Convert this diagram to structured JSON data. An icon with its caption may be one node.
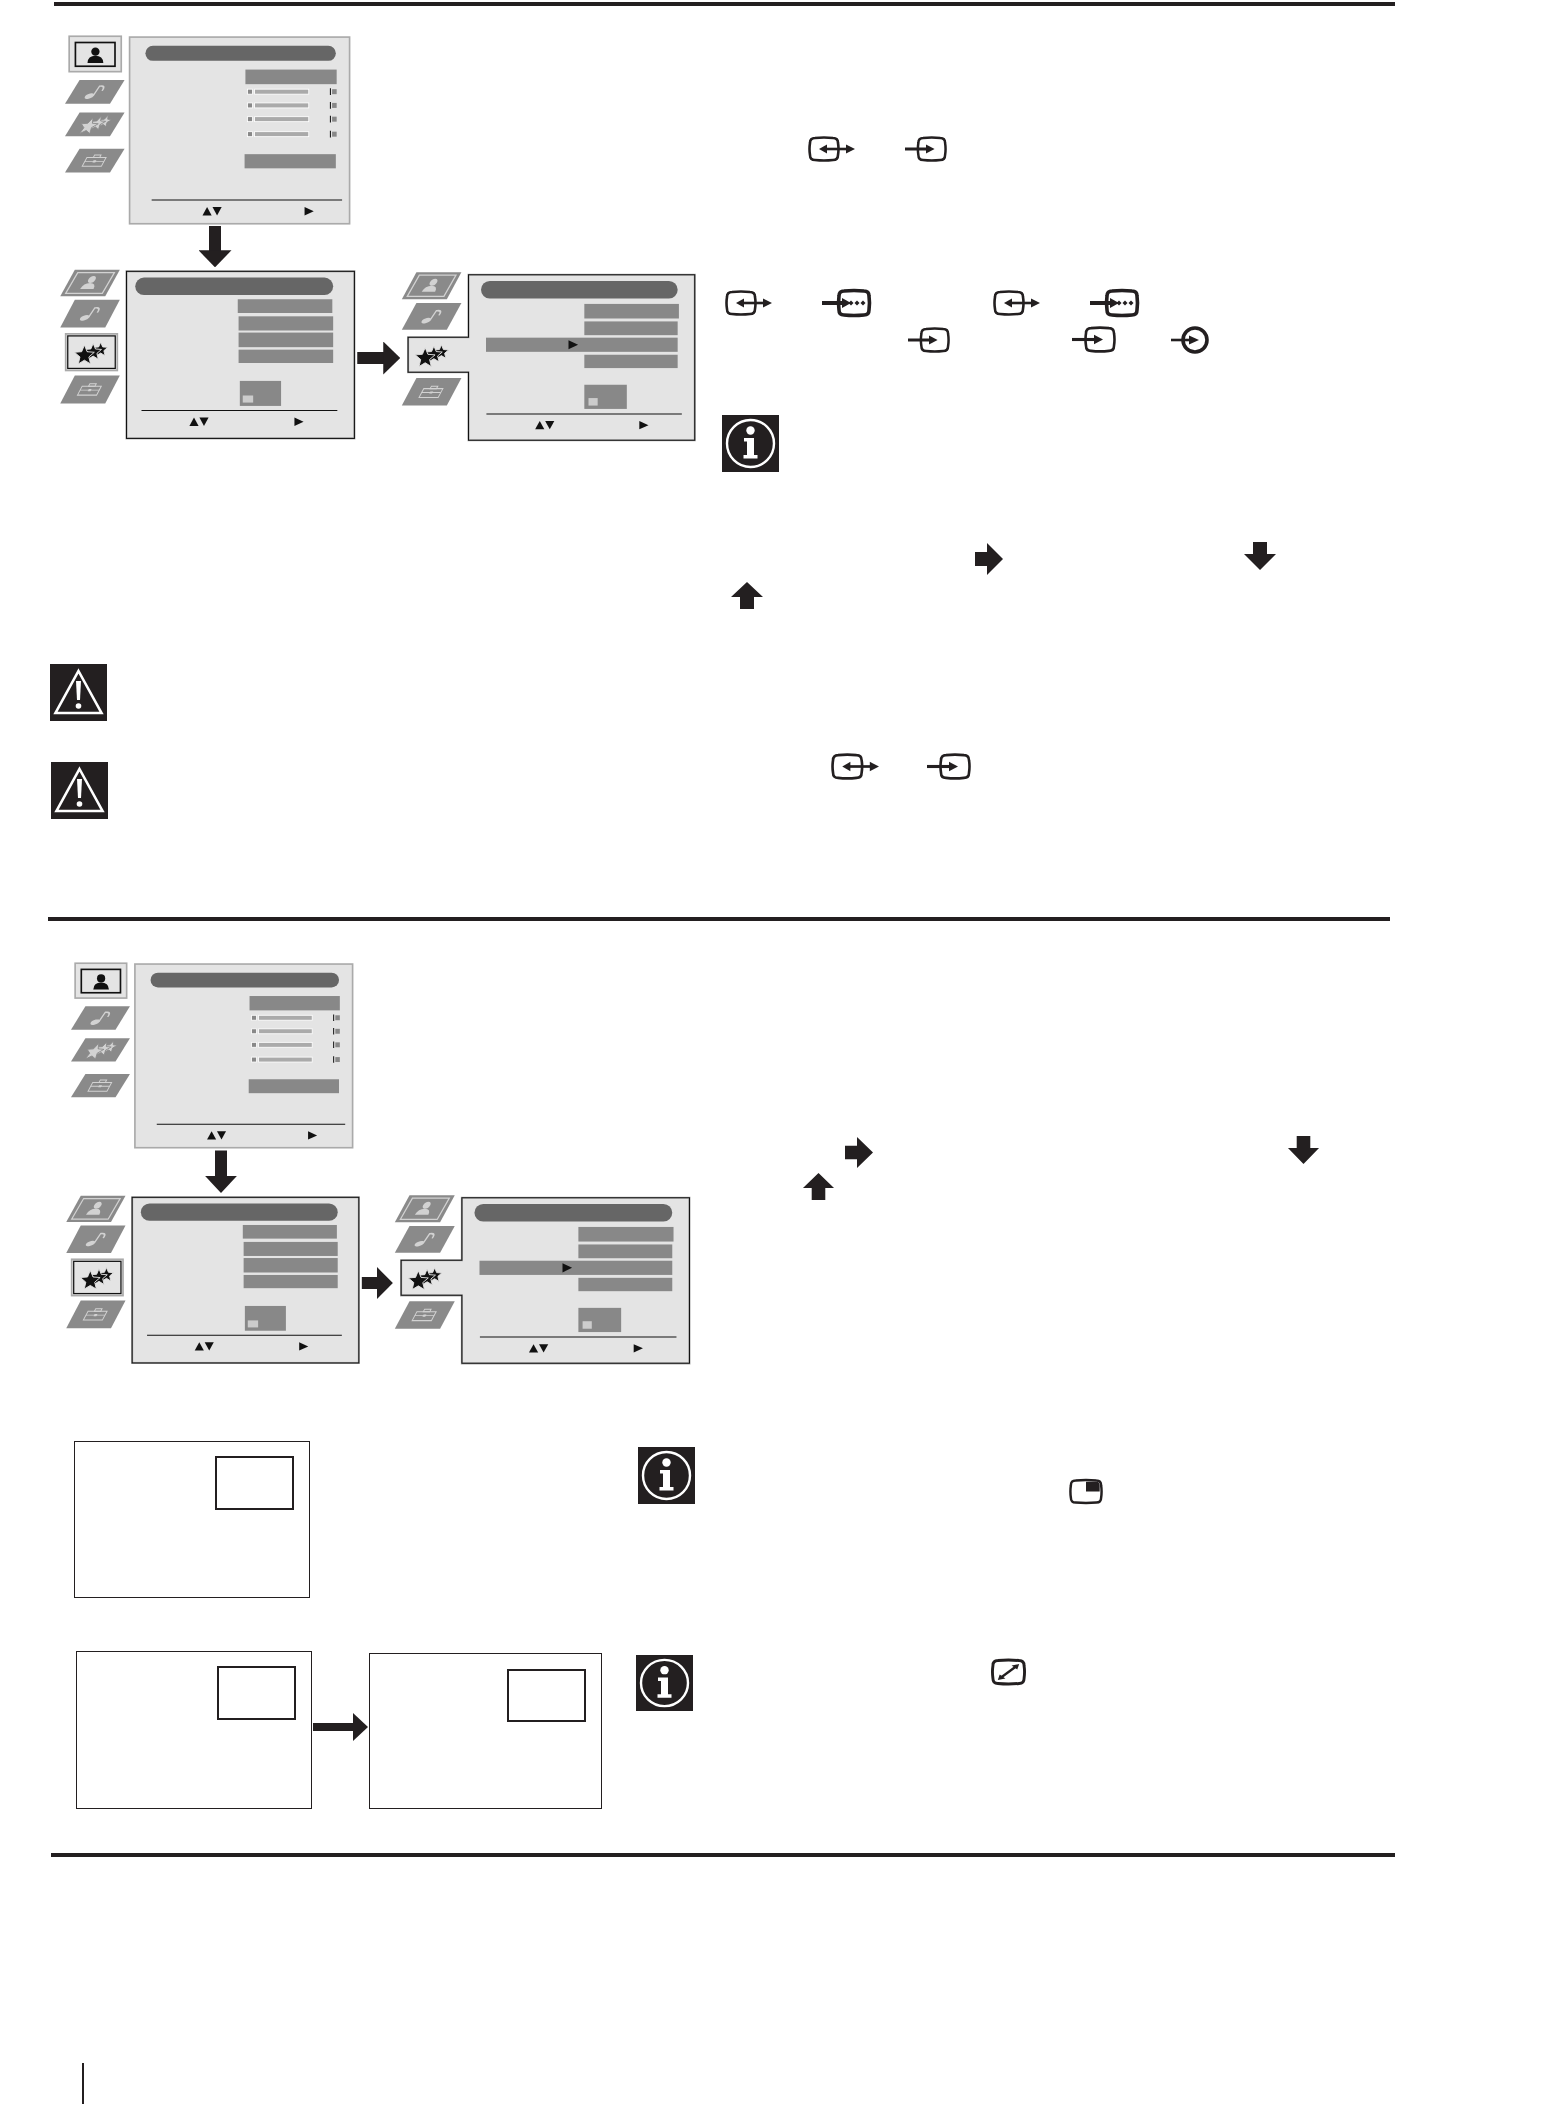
{
  "diagram": {
    "nodes": [
      {
        "text": [],
        "shape": "picture"
      },
      {
        "text": [],
        "shape": "picture"
      },
      {
        "text": [],
        "shape": "picture"
      },
      {
        "text": [],
        "shape": "picture"
      },
      {
        "text": [],
        "shape": "picture"
      },
      {
        "text": [],
        "shape": "picture"
      },
      {
        "text": [],
        "shape": "box"
      },
      {
        "text": [],
        "shape": "box",
        "in": 6
      },
      {
        "text": [],
        "shape": "box"
      },
      {
        "text": [],
        "shape": "box",
        "in": 8
      },
      {
        "text": [],
        "shape": "box"
      },
      {
        "text": [],
        "shape": "box",
        "in": 10
      }
    ],
    "edges": [
      {
        "from": 0,
        "to": 1,
        "arrow": "to"
      },
      {
        "from": 1,
        "to": 2,
        "arrow": "to"
      },
      {
        "from": 3,
        "to": 4,
        "arrow": "to"
      },
      {
        "from": 4,
        "to": 5,
        "arrow": "to"
      },
      {
        "from": 8,
        "to": 10,
        "arrow": "to"
      }
    ]
  }
}
